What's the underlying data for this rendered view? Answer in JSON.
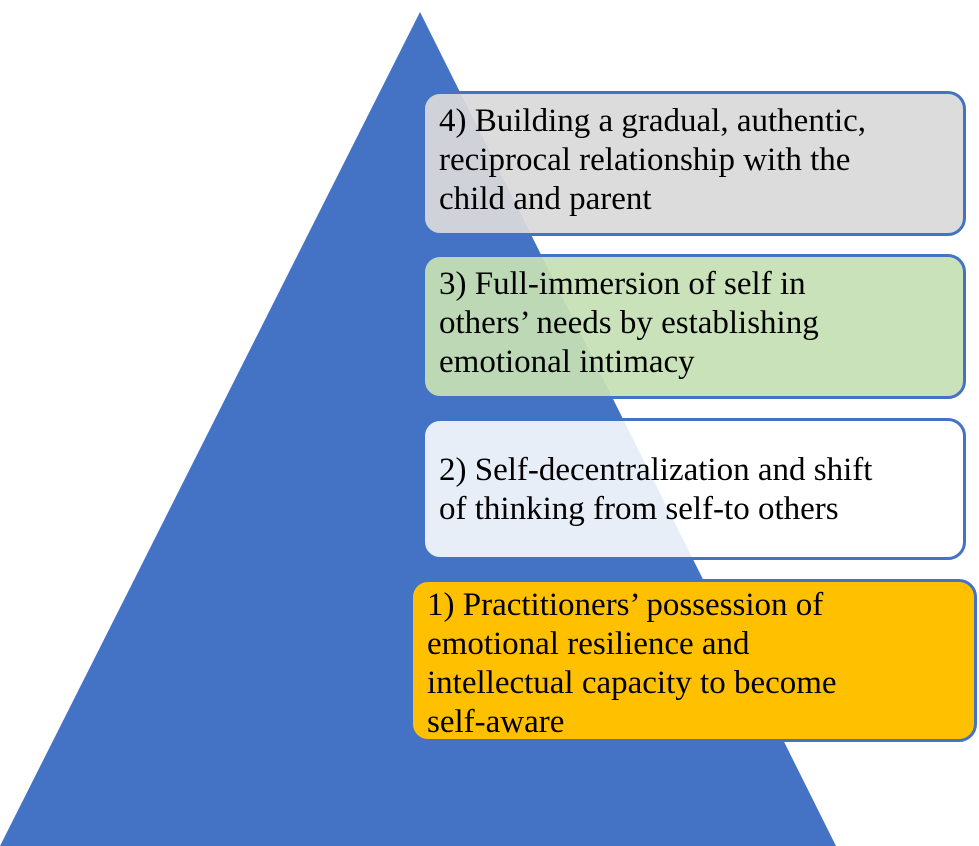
{
  "diagram": {
    "colors": {
      "pyramid_fill": "#4472c4",
      "box_border": "#4472c4",
      "level_4_fill": "#d9d9d9",
      "level_3_fill": "#c5e0b4",
      "level_2_fill": "#ffffff",
      "level_1_fill": "#ffc000"
    },
    "levels": [
      {
        "line1": "4) Building a gradual, authentic,",
        "line2": "reciprocal relationship with the",
        "line3": "child and parent"
      },
      {
        "line1": "3) Full-immersion of self in",
        "line2": "others’ needs by establishing",
        "line3": "emotional intimacy"
      },
      {
        "line1": "2) Self-decentralization and shift",
        "line2": "of thinking from self-to others"
      },
      {
        "line1": "1) Practitioners’ possession of",
        "line2": "emotional resilience and",
        "line3": "intellectual capacity to become",
        "line4": "self-aware"
      }
    ]
  }
}
